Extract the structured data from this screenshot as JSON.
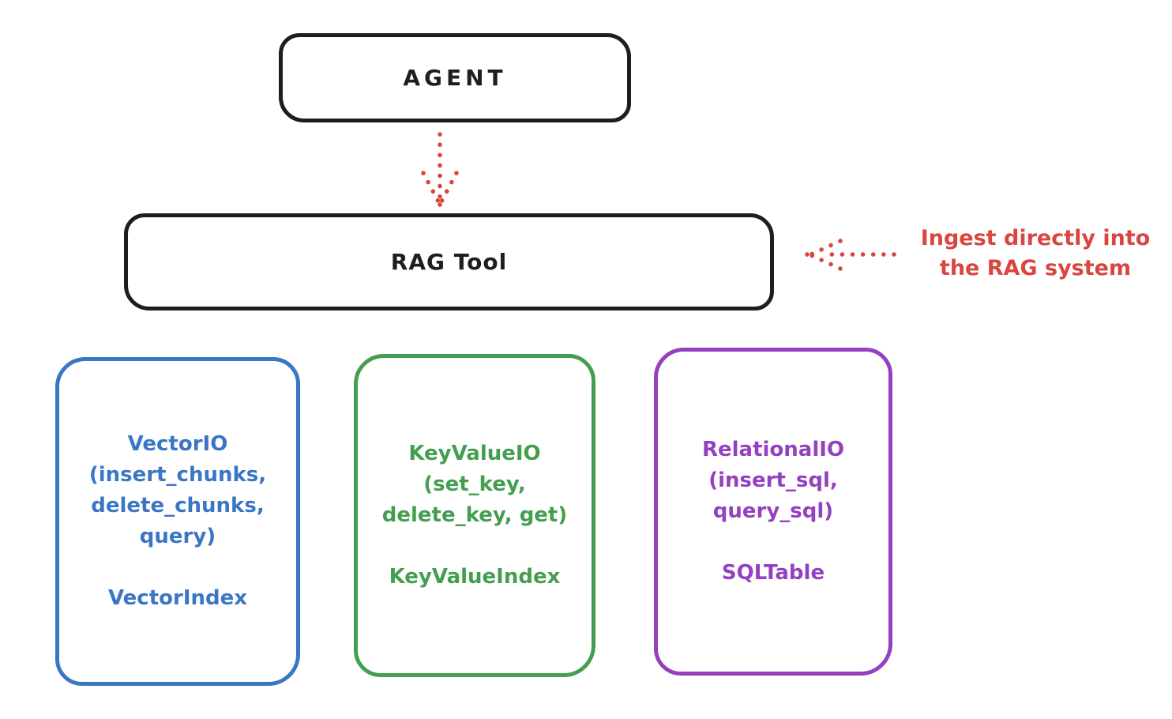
{
  "diagram": {
    "agent_box": {
      "label": "AGENT"
    },
    "rag_tool_box": {
      "label": "RAG Tool"
    },
    "annotation": {
      "line1": "Ingest directly into",
      "line2": "the RAG system"
    },
    "backend_boxes": [
      {
        "name": "VectorIO",
        "lines": [
          "VectorIO",
          "(insert_chunks,",
          "delete_chunks,",
          "query)"
        ],
        "index_label": "VectorIndex",
        "color": "#3a76c4"
      },
      {
        "name": "KeyValueIO",
        "lines": [
          "KeyValueIO",
          "(set_key,",
          "delete_key, get)"
        ],
        "index_label": "KeyValueIndex",
        "color": "#449e50"
      },
      {
        "name": "RelationalIO",
        "lines": [
          "RelationalIO",
          "(insert_sql,",
          "query_sql)"
        ],
        "index_label": "SQLTable",
        "color": "#9440c0"
      }
    ],
    "colors": {
      "ink": "#1e1e1e",
      "arrow_red": "#d9453f",
      "blue": "#3a76c4",
      "green": "#449e50",
      "purple": "#9440c0",
      "background": "#ffffff"
    }
  }
}
